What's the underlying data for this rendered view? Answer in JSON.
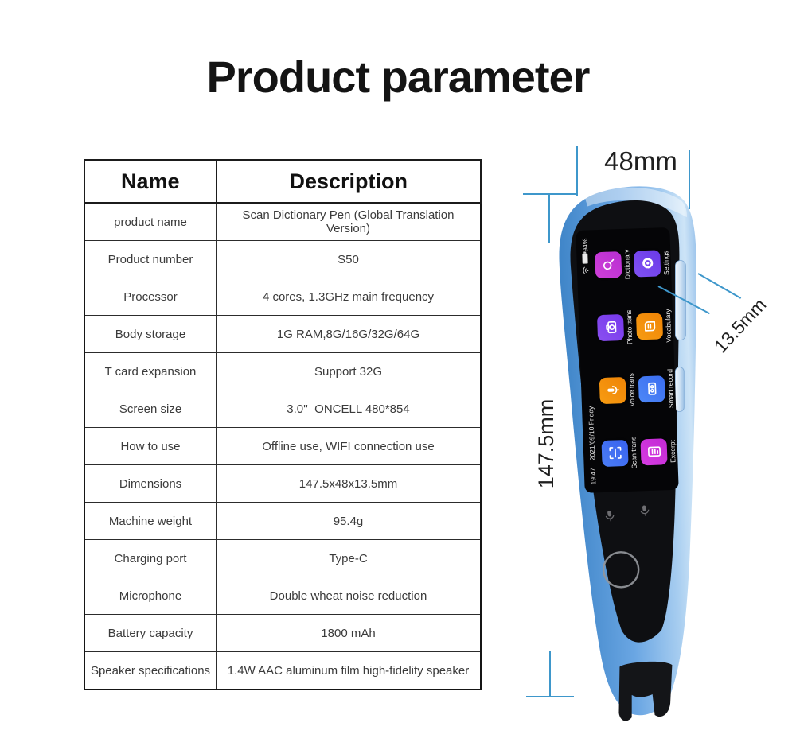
{
  "title": "Product parameter",
  "table": {
    "headers": [
      "Name",
      "Description"
    ],
    "rows": [
      [
        "product name",
        "Scan Dictionary Pen (Global Translation Version)"
      ],
      [
        "Product number",
        "S50"
      ],
      [
        "Processor",
        "4 cores, 1.3GHz main frequency"
      ],
      [
        "Body storage",
        "1G RAM,8G/16G/32G/64G"
      ],
      [
        "T card expansion",
        "Support 32G"
      ],
      [
        "Screen size",
        "3.0''  ONCELL 480*854"
      ],
      [
        "How to use",
        "Offline use, WIFI connection use"
      ],
      [
        "Dimensions",
        "147.5x48x13.5mm"
      ],
      [
        "Machine weight",
        "95.4g"
      ],
      [
        "Charging port",
        "Type-C"
      ],
      [
        "Microphone",
        "Double wheat noise reduction"
      ],
      [
        "Battery capacity",
        "1800 mAh"
      ],
      [
        "Speaker specifications",
        "1.4W AAC aluminum film high-fidelity speaker"
      ]
    ]
  },
  "dimensions": {
    "width_label": "48mm",
    "height_label": "147.5mm",
    "thickness_label": "13.5mm"
  },
  "device": {
    "status_bar": {
      "time": "19:47",
      "date": "2021/09/10 Friday",
      "battery": "94%",
      "icons": [
        "wifi-icon",
        "battery-icon"
      ]
    },
    "apps": [
      {
        "label": "Dictionary",
        "icon": "magnifier-icon",
        "color": "#cf3fd8",
        "color2": "#b82fd2"
      },
      {
        "label": "Settings",
        "icon": "gear-icon",
        "color": "#8052f2",
        "color2": "#6a3ae8"
      },
      {
        "label": "Photo trans",
        "icon": "camera-icon",
        "color": "#8a50f0",
        "color2": "#7638ec"
      },
      {
        "label": "Vocabulary",
        "icon": "book-icon",
        "color": "#f79c12",
        "color2": "#ef8406"
      },
      {
        "label": "Voice trans",
        "icon": "mic-icon",
        "color": "#f79c12",
        "color2": "#ef8406"
      },
      {
        "label": "Smart record",
        "icon": "cassette-icon",
        "color": "#4d88f7",
        "color2": "#3a6cf0"
      },
      {
        "label": "Scan trans",
        "icon": "scan-icon",
        "color": "#4b7df5",
        "color2": "#3862ee"
      },
      {
        "label": "Excerpt",
        "icon": "excerpt-icon",
        "color": "#d63de2",
        "color2": "#c229d4"
      }
    ]
  },
  "colors": {
    "pen_body": "#6aa6e3",
    "dimension_line": "#3e97cb",
    "screen_background": "#050507"
  }
}
